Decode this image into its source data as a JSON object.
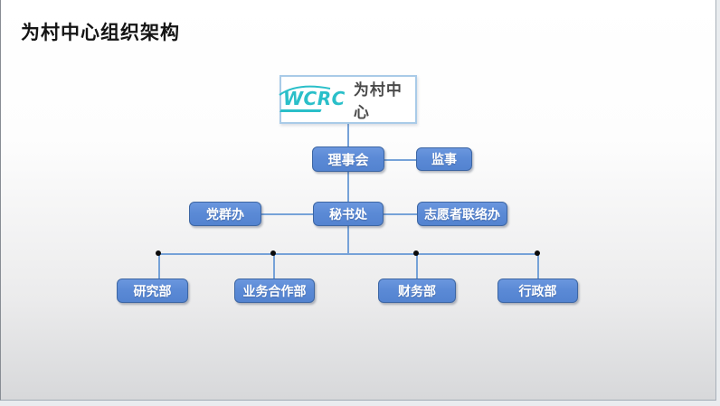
{
  "slide": {
    "title": "为村中心组织架构"
  },
  "logo": {
    "acronym": "WCRC",
    "name": "为村中心"
  },
  "org": {
    "root": {
      "label": "为村中心"
    },
    "level1": {
      "board": "理事会",
      "supervisor": "监事"
    },
    "level2": {
      "party_mass_office": "党群办",
      "secretariat": "秘书处",
      "volunteer_liaison_office": "志愿者联络办"
    },
    "level3": {
      "research_dept": "研究部",
      "business_cooperation_dept": "业务合作部",
      "finance_dept": "财务部",
      "administration_dept": "行政部"
    }
  },
  "colors": {
    "node_fill": "#5b8ad6",
    "node_border": "#3d66a3",
    "connector": "#76a2d8",
    "junction_dot": "#0b0b0b",
    "logo_accent": "#2abfc9",
    "logo_box_border": "#a9cbe8",
    "title_text": "#141414"
  }
}
